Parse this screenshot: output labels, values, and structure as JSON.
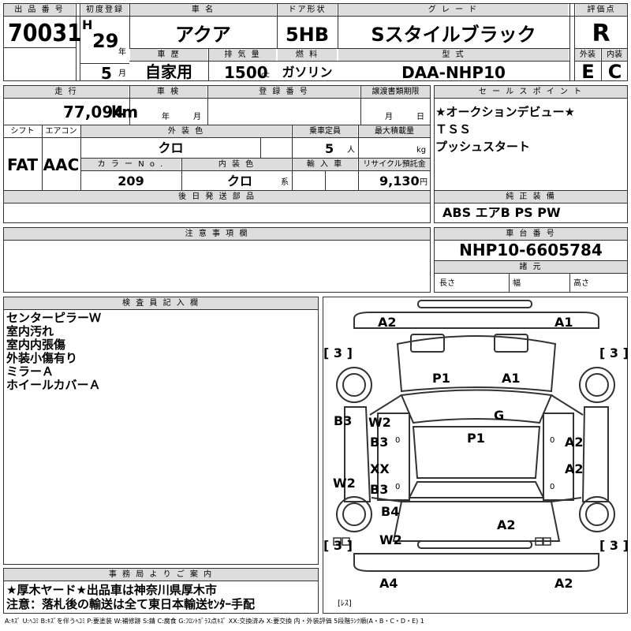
{
  "headers": {
    "lot_no": "出 品 番 号",
    "first_reg": "初度登録",
    "car_name": "車  名",
    "door_type": "ドア形状",
    "grade": "グ レ ー ド",
    "score": "評価点",
    "history": "車 歴",
    "displacement": "排 気 量",
    "fuel": "燃 料",
    "model": "型 式",
    "exterior": "外装",
    "interior": "内装",
    "mileage": "走 行",
    "inspection": "車 検",
    "reg_no": "登 録 番 号",
    "transfer": "譲渡書類期限",
    "sales_point": "セ ー ル ス ポ イ ン ト",
    "shift": "シフト",
    "aircon": "エアコン",
    "ext_color": "外 装 色",
    "capacity": "乗車定員",
    "max_load": "最大積載量",
    "color_no": "カ ラ ー N o .",
    "int_color": "内 装 色",
    "import": "輸 入 車",
    "recycle": "リサイクル預託金",
    "later_parts": "後 日 発 送 部 品",
    "equipment": "純 正 装 備",
    "notes": "注 意 事 項 欄",
    "chassis_no": "車 台 番 号",
    "specs": "諸 元",
    "inspector": "検 査 員 記 入 欄",
    "office": "事 務 局 よ り ご 案 内"
  },
  "units": {
    "year": "年",
    "month": "月",
    "cc": "cc",
    "km": "km",
    "persons": "人",
    "kg": "kg",
    "kei": "系",
    "yen": "円",
    "length": "長さ",
    "width": "幅",
    "height": "高さ"
  },
  "car": {
    "lot_no": "70031",
    "era": "H",
    "year": "29",
    "month": "5",
    "name": "アクア",
    "door": "5HB",
    "grade": "Sスタイルブラック",
    "score": "R",
    "history": "自家用",
    "displacement": "1500",
    "fuel": "ガソリン",
    "model": "DAA-NHP10",
    "ext_score": "E",
    "int_score": "C",
    "mileage": "77,094",
    "shift": "FAT",
    "aircon": "AAC",
    "ext_color": "クロ",
    "capacity": "5",
    "color_no": "209",
    "int_color": "クロ",
    "recycle": "9,130",
    "chassis_no": "NHP10-6605784",
    "equipment": "ABS エアB PS PW"
  },
  "sales_points": "★オークションデビュー★\nＴＳＳ\nプッシュスタート",
  "inspector_notes": "センターピラーＷ\n室内汚れ\n室内内張傷\n外装小傷有り\nミラーＡ\nホイールカバーＡ",
  "office_notes": "★厚木ヤード★出品車は神奈川県厚木市\n注意：落札後の輸送は全て東日本輸送ｾﾝﾀｰ手配",
  "legend": "A:ｷｽﾞ U:ﾍｺﾐ B:ｷｽﾞを伴うﾍｺﾐ P:要塗装 W:補修跡 S:錆 C:腐食 G:ﾌﾛﾝﾄｶﾞﾗｽ点ｷｽﾞ XX:交換済み X:要交換 内・外装評価 5段階ﾗﾝｸ順(A・B・C・D・E) 1",
  "diagram": {
    "corner_tl": "A2",
    "corner_tr": "A1",
    "tire_fl": "[ 3 ]",
    "tire_fr": "[ 3 ]",
    "tire_rl": "[ 3 ]",
    "tire_rr": "[ 3 ]",
    "hood_l": "P1",
    "hood_r": "A1",
    "windshield": "G",
    "roof": "P1",
    "left_fender": "B3",
    "left_front_door_1": "W2",
    "left_front_door_2": "B3",
    "left_rear_door_1": "XX",
    "left_rear_door_2": "B3",
    "left_pillar": "W2",
    "left_quarter_1": "B4",
    "left_quarter_2": "W2",
    "right_front_door": "A2",
    "right_rear_door": "A2",
    "trunk": "A2",
    "rear_bumper_l": "A4",
    "rear_bumper_r": "A2",
    "mark_zero": "0",
    "less": "[ﾚｽ]"
  }
}
